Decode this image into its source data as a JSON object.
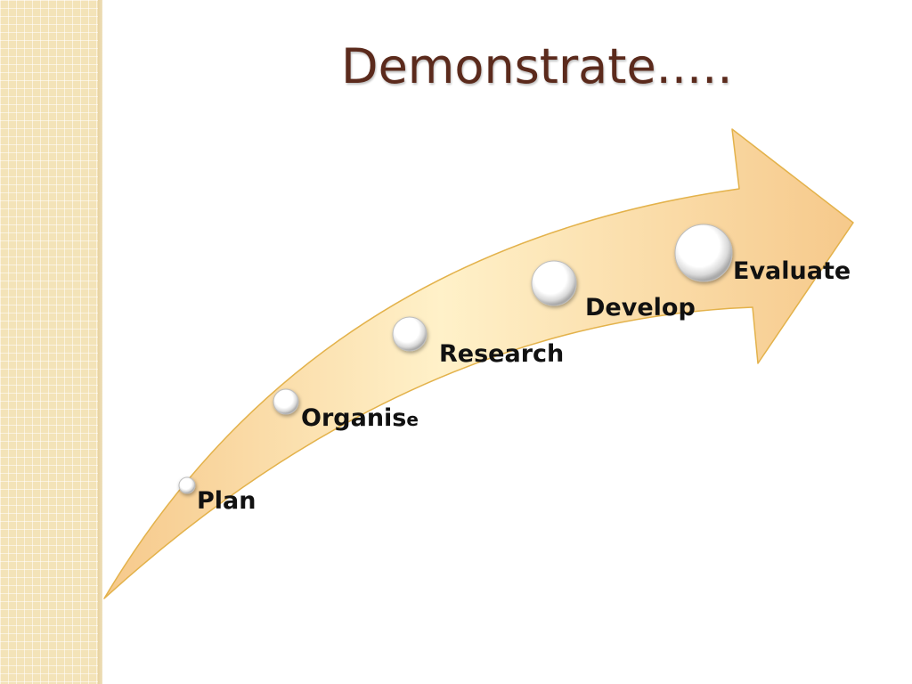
{
  "slide": {
    "title": "Demonstrate....."
  },
  "steps": [
    {
      "label": "Plan"
    },
    {
      "label": "Organis",
      "label_suffix": "e"
    },
    {
      "label": "Research"
    },
    {
      "label": "Develop"
    },
    {
      "label": "Evaluate"
    }
  ],
  "colors": {
    "title": "#5b2a1c",
    "arrow_fill_light": "#fff1c9",
    "arrow_fill_dark": "#f6c98b",
    "arrow_outline": "#e3b24b",
    "side_strip": "#f3e3b8",
    "label_text": "#111111"
  }
}
